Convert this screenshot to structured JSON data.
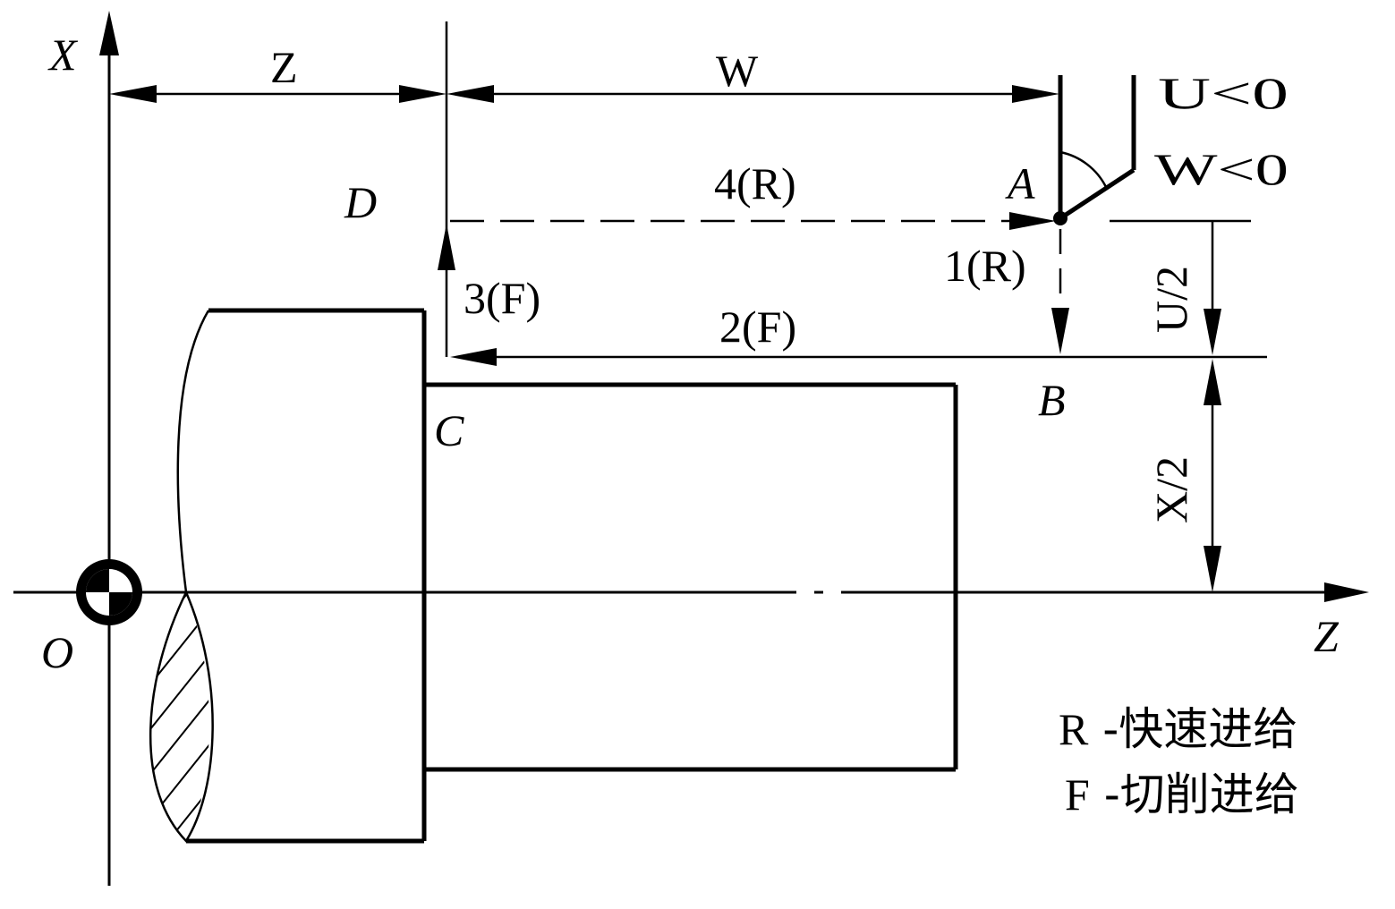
{
  "axes": {
    "x_axis_label": "X",
    "z_axis_label": "Z",
    "origin_label": "O"
  },
  "dimensions": {
    "z": "Z",
    "w": "W",
    "u_half": "U/2",
    "x_half": "X/2"
  },
  "conditions": {
    "u": "U<0",
    "w": "W<0"
  },
  "points": {
    "a": "A",
    "b": "B",
    "c": "C",
    "d": "D"
  },
  "moves": {
    "m1": "1(R)",
    "m2": "2(F)",
    "m3": "3(F)",
    "m4": "4(R)"
  },
  "legend": {
    "r_symbol": "R",
    "r_text": "-快速进给",
    "f_symbol": "F",
    "f_text": "-切削进给"
  },
  "colors": {
    "ink": "#000000",
    "background": "#ffffff"
  }
}
